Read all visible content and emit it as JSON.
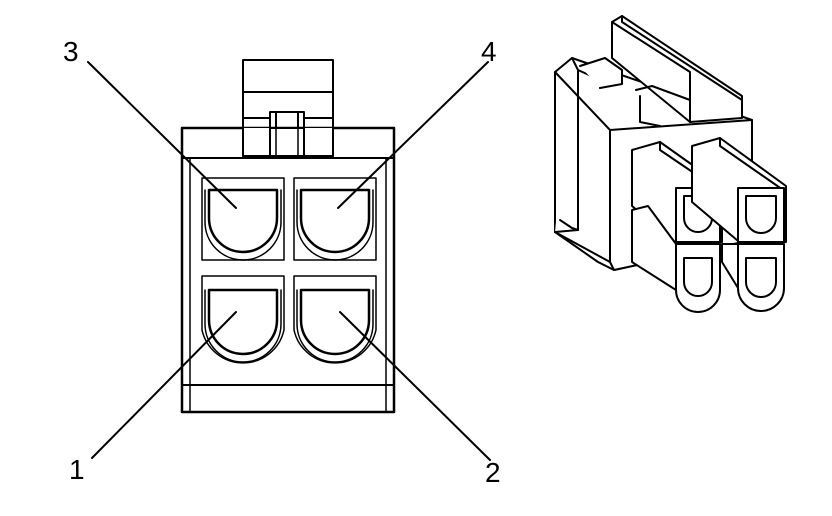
{
  "pin_labels": {
    "pin1": "1",
    "pin2": "2",
    "pin3": "3",
    "pin4": "4"
  },
  "colors": {
    "background": "#ffffff",
    "stroke": "#000000",
    "fill": "#ffffff"
  }
}
